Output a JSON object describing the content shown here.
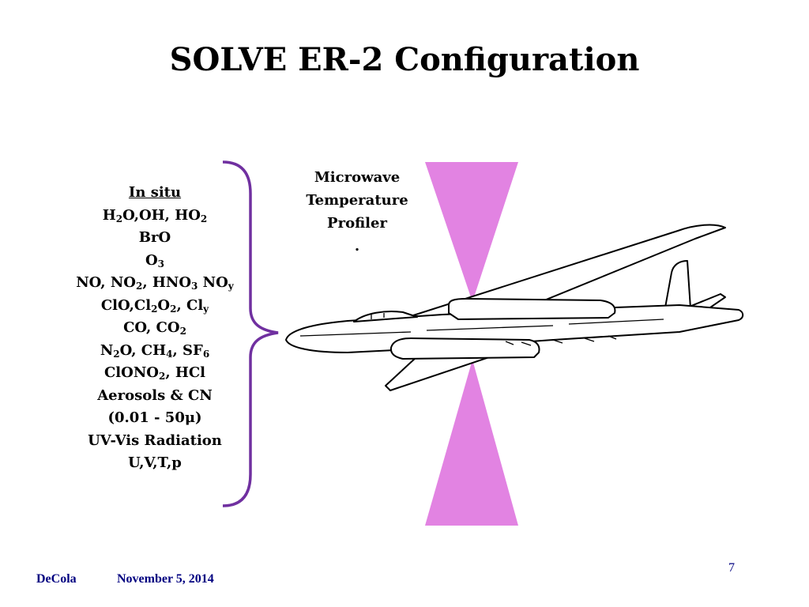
{
  "slide": {
    "title": "SOLVE ER-2 Configuration",
    "instrument_label": [
      "Microwave",
      "Temperature",
      "Profiler",
      "."
    ],
    "in_situ_heading": "In situ",
    "in_situ_lines": [
      [
        {
          "t": "H"
        },
        {
          "t": "2",
          "sub": true
        },
        {
          "t": "O,OH, HO"
        },
        {
          "t": "2",
          "sub": true
        }
      ],
      [
        {
          "t": "BrO"
        }
      ],
      [
        {
          "t": "O"
        },
        {
          "t": "3",
          "sub": true
        }
      ],
      [
        {
          "t": "NO, NO"
        },
        {
          "t": "2",
          "sub": true
        },
        {
          "t": ", HNO"
        },
        {
          "t": "3",
          "sub": true
        },
        {
          "t": " NO"
        },
        {
          "t": "y",
          "sub": true
        }
      ],
      [
        {
          "t": "ClO,Cl"
        },
        {
          "t": "2",
          "sub": true
        },
        {
          "t": "O"
        },
        {
          "t": "2",
          "sub": true
        },
        {
          "t": ", Cl"
        },
        {
          "t": "y",
          "sub": true
        }
      ],
      [
        {
          "t": "CO, CO"
        },
        {
          "t": "2",
          "sub": true
        }
      ],
      [
        {
          "t": "N"
        },
        {
          "t": "2",
          "sub": true
        },
        {
          "t": "O, CH"
        },
        {
          "t": "4",
          "sub": true
        },
        {
          "t": ", SF"
        },
        {
          "t": "6",
          "sub": true
        }
      ],
      [
        {
          "t": "ClONO"
        },
        {
          "t": "2",
          "sub": true
        },
        {
          "t": ", HCl"
        }
      ],
      [
        {
          "t": "Aerosols & CN"
        }
      ],
      [
        {
          "t": "(0.01 - 50μ)"
        }
      ],
      [
        {
          "t": "UV-Vis Radiation"
        }
      ],
      [
        {
          "t": "U,V,T,p"
        }
      ]
    ]
  },
  "footer": {
    "author": "DeCola",
    "date": "November 5, 2014",
    "page_number": "7"
  },
  "colors": {
    "beam": "#e283e2",
    "brace": "#7030a0",
    "footer_text": "#000080"
  },
  "icons": {
    "aircraft": "er2-aircraft-icon",
    "brace": "curly-brace-icon"
  }
}
